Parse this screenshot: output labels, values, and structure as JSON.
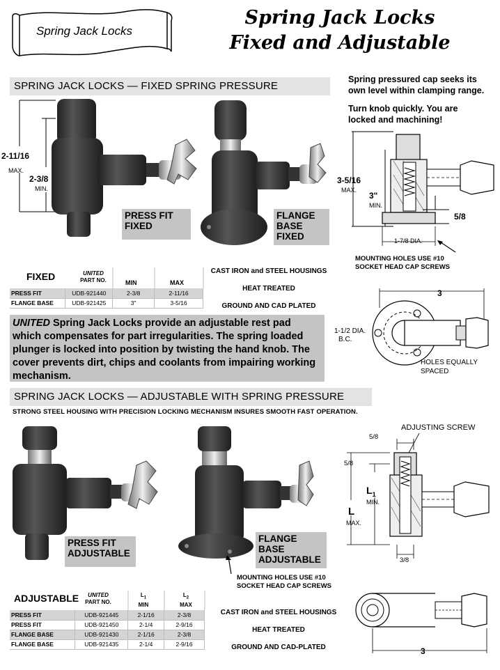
{
  "banner": "Spring Jack Locks",
  "title": {
    "line1": "Spring Jack Locks",
    "line2": "Fixed and Adjustable"
  },
  "fixed_section": {
    "heading": "SPRING JACK LOCKS — FIXED SPRING PRESSURE",
    "dim_max": "2-11/16",
    "dim_max_label": "MAX.",
    "dim_min": "2-3/8",
    "dim_min_label": "MIN.",
    "caption_press": [
      "PRESS FIT",
      "FIXED"
    ],
    "caption_flange": [
      "FLANGE",
      "BASE",
      "FIXED"
    ],
    "note1": [
      "Spring pressured cap seeks its",
      "own level within clamping range."
    ],
    "note2": [
      "Turn knob quickly.  You are",
      "locked and machining!"
    ],
    "diagram": {
      "height": "3-5/16",
      "height_label": "MAX.",
      "inner": "3\"",
      "inner_label": "MIN.",
      "gap": "5/8",
      "base": "1-7/8 DIA.",
      "mounting": [
        "MOUNTING HOLES USE #10",
        "SOCKET HEAD CAP SCREWS"
      ]
    },
    "top_view": {
      "width": "3",
      "bc": [
        "1-1/2 DIA.",
        "B.C."
      ],
      "holes": [
        "HOLES EQUALLY",
        "SPACED"
      ]
    },
    "table": {
      "title": "FIXED",
      "part_hdr": [
        "UNITED",
        "PART NO."
      ],
      "cols": [
        "MIN",
        "MAX"
      ],
      "rows": [
        {
          "label": "PRESS FIT",
          "part": "UDB-921440",
          "min": "2-3/8",
          "max": "2-11/16"
        },
        {
          "label": "FLANGE BASE",
          "part": "UDB-921425",
          "min": "3\"",
          "max": "3-5/16"
        }
      ],
      "notes": [
        "CAST IRON and STEEL HOUSINGS",
        "HEAT TREATED",
        "GROUND AND CAD PLATED"
      ]
    },
    "description": {
      "brand": "UNITED",
      "text": " Spring Jack Locks provide an adjustable rest pad which compensates for part irregularities.  The spring loaded  plunger is locked into position by twisting the hand knob.  The cover prevents dirt, chips and coolants from impairing working mechanism."
    }
  },
  "adjustable_section": {
    "heading": "SPRING JACK LOCKS — ADJUSTABLE WITH SPRING PRESSURE",
    "subheading": "STRONG STEEL HOUSING WITH PRECISION LOCKING MECHANISM INSURES SMOOTH FAST OPERATION.",
    "caption_press": [
      "PRESS FIT",
      "ADJUSTABLE"
    ],
    "caption_flange": [
      "FLANGE",
      "BASE",
      "ADJUSTABLE"
    ],
    "mounting": [
      "MOUNTING HOLES USE #10",
      "SOCKET HEAD CAP SCREWS"
    ],
    "diagram": {
      "screw": "ADJUSTING SCREW",
      "top": "5/8",
      "side": "5/8",
      "l1": "L",
      "l1_sub": "1",
      "l1_label": "MIN.",
      "l": "L",
      "l_label": "MAX.",
      "bottom": "3/8"
    },
    "bottom_width": "3",
    "table": {
      "title": "ADJUSTABLE",
      "part_hdr": [
        "UNITED",
        "PART NO."
      ],
      "l1_hdr": [
        "L",
        "1",
        "MIN"
      ],
      "l2_hdr": [
        "L",
        "2",
        "MAX"
      ],
      "rows": [
        {
          "label": "PRESS FIT",
          "part": "UDB-921445",
          "min": "2-1/16",
          "max": "2-3/8"
        },
        {
          "label": "PRESS FIT",
          "part": "UDB-921450",
          "min": "2-1/4",
          "max": "2-9/16"
        },
        {
          "label": "FLANGE BASE",
          "part": "UDB-921430",
          "min": "2-1/16",
          "max": "2-3/8"
        },
        {
          "label": "FLANGE BASE",
          "part": "UDB-921435",
          "min": "2-1/4",
          "max": "2-9/16"
        }
      ],
      "notes": [
        "CAST IRON and STEEL HOUSINGS",
        "HEAT TREATED",
        "GROUND AND CAD-PLATED"
      ]
    }
  }
}
